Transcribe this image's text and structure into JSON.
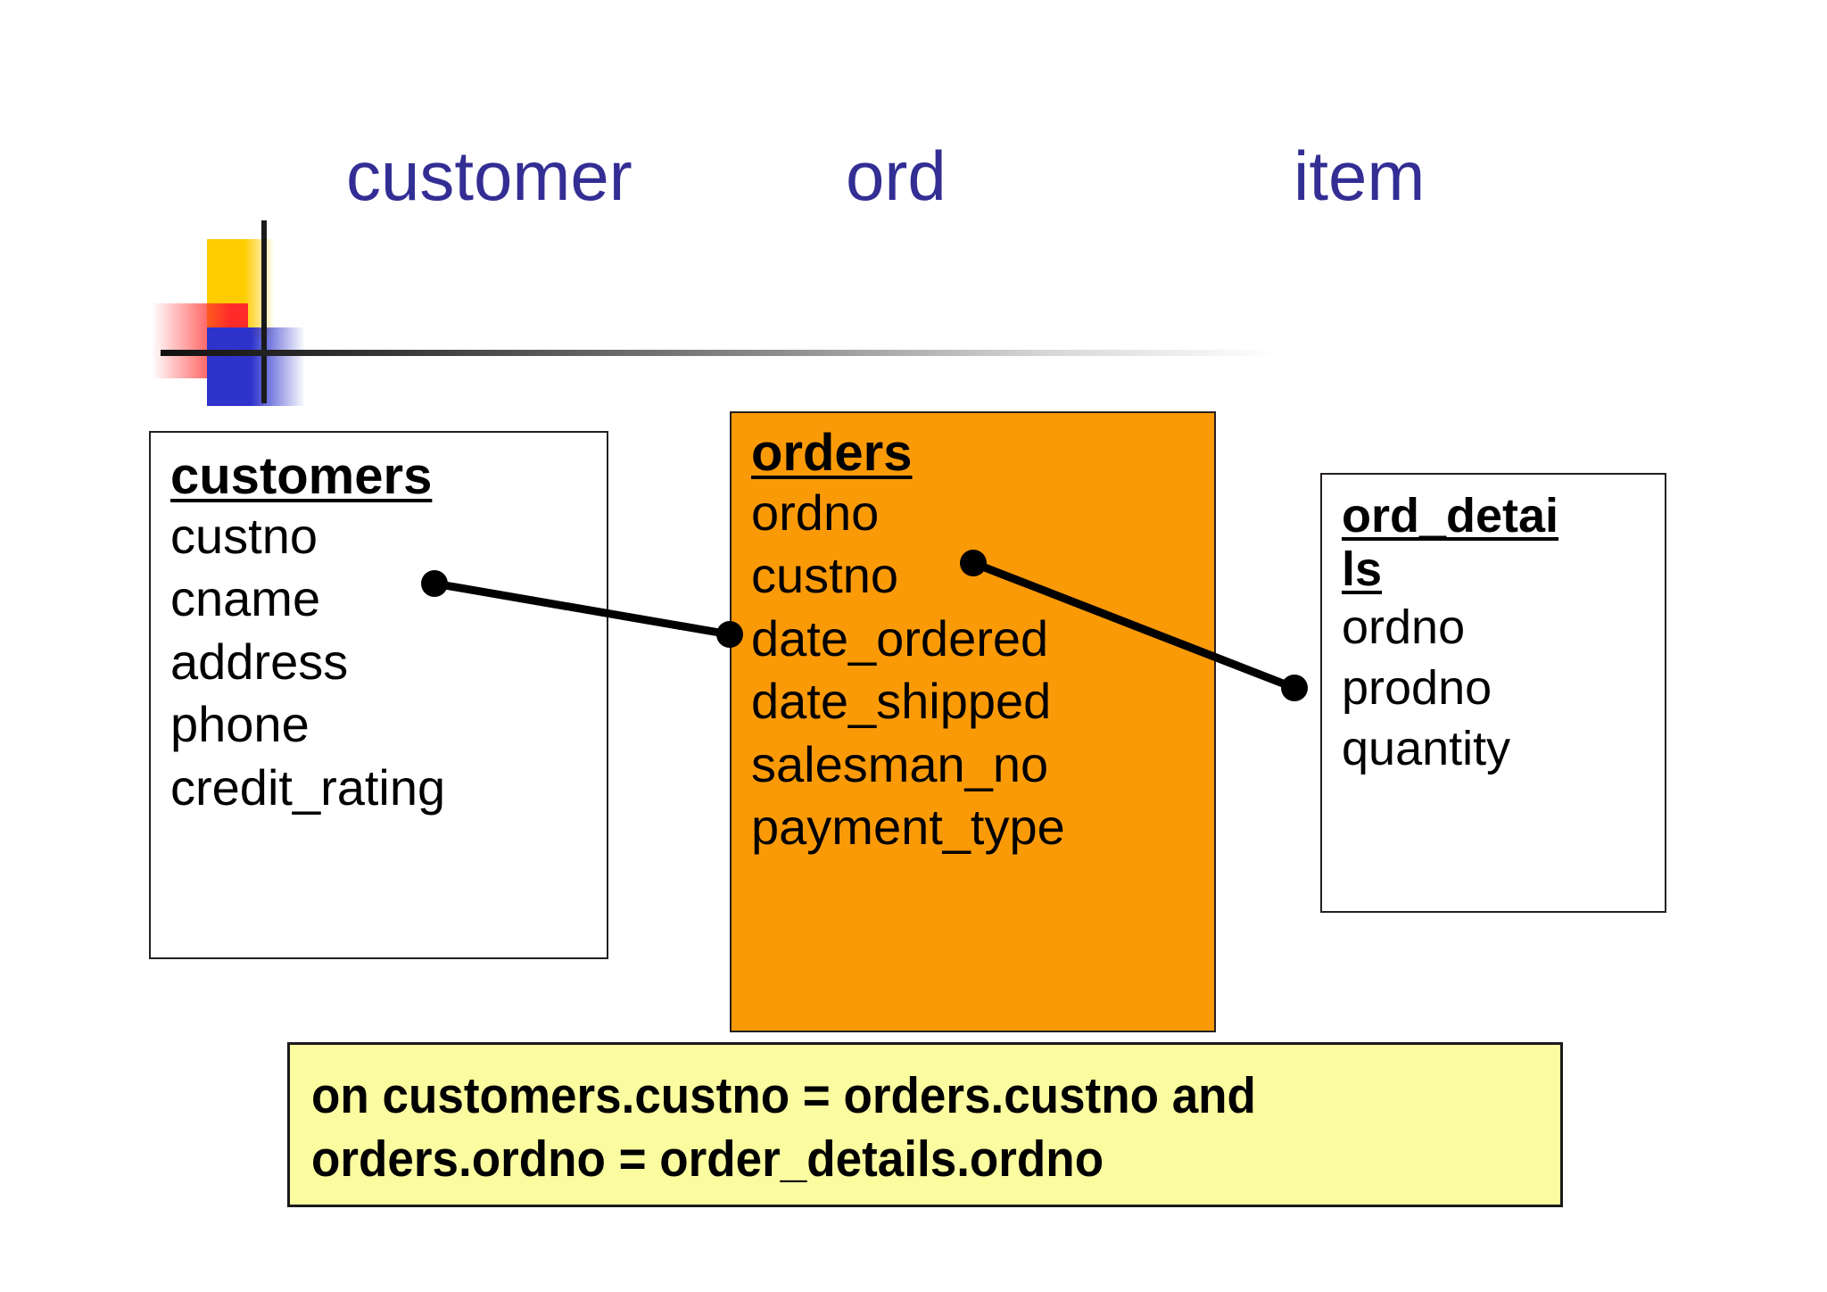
{
  "header": {
    "words": [
      {
        "text": "customer"
      },
      {
        "text": "ord"
      },
      {
        "text": "item"
      }
    ],
    "color": "#332E94"
  },
  "logo": {
    "yellow": "#FFCC00",
    "red": "#FF2A2A",
    "blue": "#2E33CC",
    "cross": "#111111"
  },
  "entities": {
    "customers": {
      "title": "customers",
      "fields": [
        "custno",
        "cname",
        "address",
        "phone",
        "credit_rating"
      ],
      "background": "#FFFFFF",
      "border": "#241F20"
    },
    "orders": {
      "title": "orders",
      "fields": [
        "ordno",
        "custno",
        "date_ordered",
        "date_shipped",
        "salesman_no",
        "payment_type"
      ],
      "background": "#FB9A07",
      "border": "#241F20"
    },
    "ord_details": {
      "title_line1": "ord_detai",
      "title_line2": "ls",
      "fields": [
        "ordno",
        "prodno",
        "quantity"
      ],
      "background": "#FFFFFF",
      "border": "#241F20"
    }
  },
  "links": [
    {
      "from": "customers.custno",
      "to": "orders.custno"
    },
    {
      "from": "orders.ordno",
      "to": "ord_details.ordno"
    }
  ],
  "caption": {
    "line1": "on customers.custno = orders.custno and",
    "line2": "orders.ordno = order_details.ordno",
    "background": "#FBFBA0",
    "border": "#1A1A1A"
  }
}
